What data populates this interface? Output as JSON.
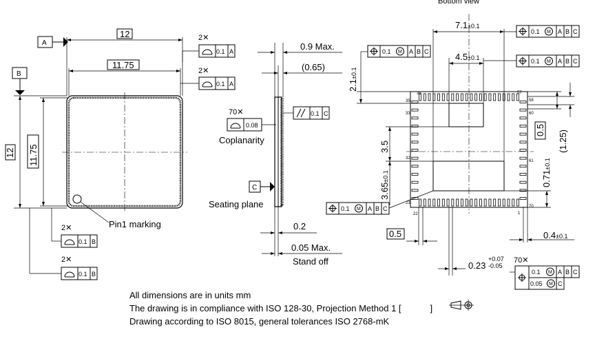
{
  "view_title": "Bottom view",
  "left_view": {
    "datum_a": "A",
    "datum_b": "B",
    "dim_width_outer": "12",
    "dim_width_inner": "11.75",
    "dim_height_outer": "12",
    "dim_height_inner": "11.75",
    "count_2x": "2✕",
    "tol_value": "0.1",
    "datum_ref_a": "A",
    "datum_ref_b": "B",
    "pin1_label": "Pin1 marking"
  },
  "side_view": {
    "dim_09": "0.9 Max.",
    "dim_065": "(0.65)",
    "count_70x": "70✕",
    "coplanarity_value": "0.08",
    "coplanarity_label": "Coplanarity",
    "parallel_value": "0.1",
    "parallel_datum": "C",
    "datum_c": "C",
    "seating_label": "Seating plane",
    "dim_02": "0.2",
    "dim_005": "0.05 Max.",
    "standoff_label": "Stand off"
  },
  "bottom_view": {
    "dim_71": "7.1",
    "dim_71_tol": "±0.1",
    "dim_45": "4.5",
    "dim_45_tol": "±0.1",
    "dim_21": "2.1",
    "dim_21_tol": "±0.1",
    "dim_35": "3.5",
    "dim_365": "3.65",
    "dim_365_tol": "±0.1",
    "dim_05_right": "0.5",
    "dim_125": "(1.25)",
    "dim_071": "0.71",
    "dim_071_tol": "±0.1",
    "dim_05_bottom": "0.5",
    "dim_04": "0.4",
    "dim_04_tol": "±0.1",
    "dim_023": "0.23",
    "dim_023_plus": "+0.07",
    "dim_023_minus": "-0.05",
    "count_70x": "70✕",
    "pin_36": "36",
    "pin_57": "57",
    "pin_35": "35",
    "pin_58": "58",
    "pin_33": "33",
    "pin_60": "60",
    "pin_32": "32",
    "pin_61": "61",
    "pin_23": "23",
    "pin_70": "70",
    "pin_22": "22",
    "pin_1": "1",
    "fcf_tol": "0.1",
    "fcf_tol2": "0.05",
    "fcf_mmc": "M",
    "fcf_a": "A",
    "fcf_b": "B",
    "fcf_c": "C"
  },
  "notes": {
    "line1": "All dimensions are in units mm",
    "line2": "The drawing is in compliance with ISO 128-30, Projection Method 1 [",
    "line2_end": "]",
    "line3": "Drawing according to ISO 8015, general tolerances ISO 2768-mK"
  }
}
